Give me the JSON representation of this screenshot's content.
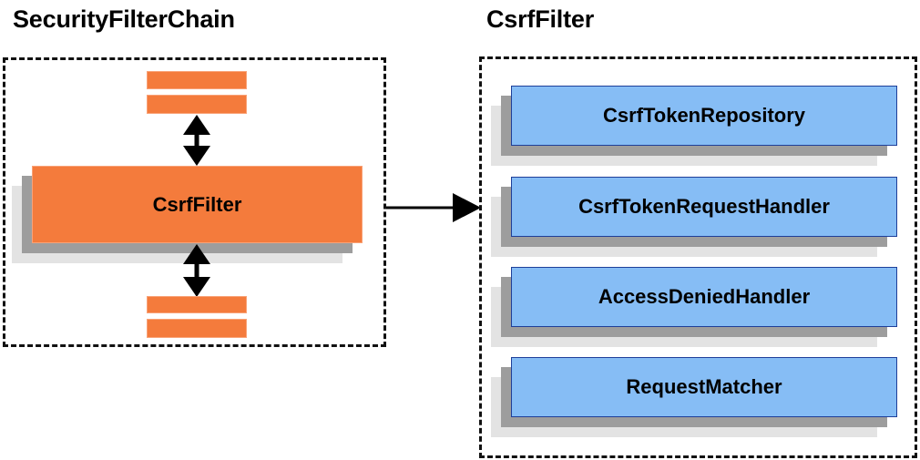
{
  "diagram": {
    "type": "component-relationship-diagram",
    "background_color": "#ffffff",
    "palette": {
      "orange_fill": "#F47B3C",
      "orange_border": "#F9A277",
      "blue_fill": "#86BDF5",
      "blue_border": "#1E3F99",
      "shadow_near": "#9d9d9d",
      "shadow_far": "#e3e3e3",
      "outline": "#111111",
      "text": "#000000"
    }
  },
  "left_panel": {
    "title": "SecurityFilterChain",
    "border_style": "dashed",
    "filters_above": [
      {
        "label": ""
      },
      {
        "label": ""
      }
    ],
    "highlighted_filter": {
      "label": "CsrfFilter"
    },
    "filters_below": [
      {
        "label": ""
      },
      {
        "label": ""
      }
    ],
    "arrow_above": {
      "direction": "bidirectional-vertical"
    },
    "arrow_below": {
      "direction": "bidirectional-vertical"
    }
  },
  "connector": {
    "direction": "right",
    "label": "",
    "from": "CsrfFilter",
    "to": "CsrfFilter detail"
  },
  "right_panel": {
    "title": "CsrfFilter",
    "border_style": "dashed",
    "collaborators": [
      {
        "label": "CsrfTokenRepository"
      },
      {
        "label": "CsrfTokenRequestHandler"
      },
      {
        "label": "AccessDeniedHandler"
      },
      {
        "label": "RequestMatcher"
      }
    ]
  }
}
